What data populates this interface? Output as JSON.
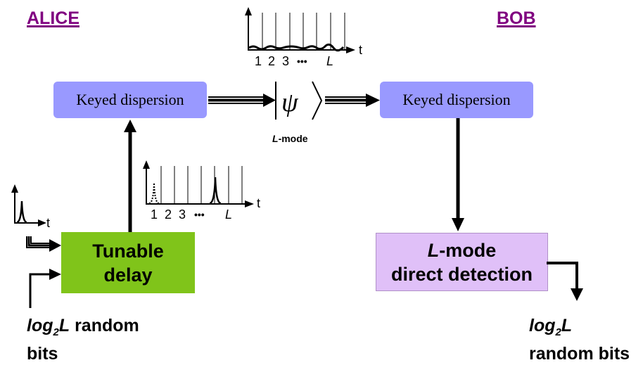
{
  "headers": {
    "alice": "ALICE",
    "bob": "BOB"
  },
  "boxes": {
    "keyed_alice": "Keyed dispersion",
    "keyed_bob": "Keyed dispersion",
    "tunable_line1": "Tunable",
    "tunable_line2": "delay",
    "detect_line1_italic": "L",
    "detect_line1_rest": "-mode",
    "detect_line2": "direct detection"
  },
  "state": {
    "psi": "ψ",
    "mode_italic": "L",
    "mode_rest": "-mode"
  },
  "axes": {
    "t": "t",
    "ticks": [
      "1",
      "2",
      "3",
      "•••",
      "L"
    ]
  },
  "inputs": {
    "left_prefix": "log",
    "left_sub": "2",
    "left_var": "L",
    "left_rest": " random",
    "left_line2": "bits"
  },
  "outputs": {
    "right_prefix": "log",
    "right_sub": "2",
    "right_var": "L",
    "right_line2": "random bits"
  },
  "colors": {
    "header": "#800080",
    "keyed_box": "#9999ff",
    "tunable_box": "#80c41a",
    "detect_box": "#e0c0f8"
  }
}
